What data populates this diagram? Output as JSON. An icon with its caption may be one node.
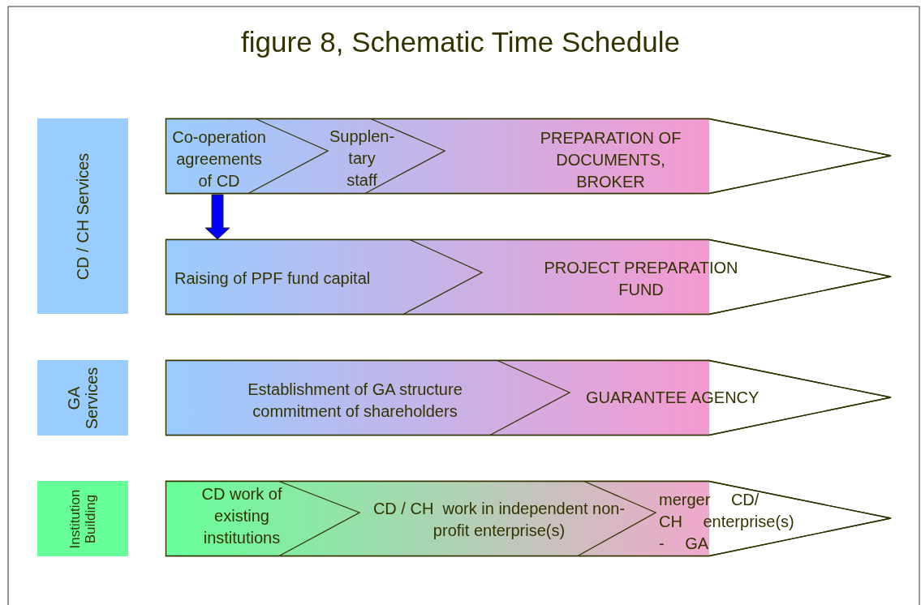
{
  "diagram": {
    "title": "figure 8, Schematic Time Schedule",
    "nodes": [
      {
        "text": [
          "CD / CH Services"
        ]
      },
      {
        "text": [],
        "shape": "arrow"
      },
      {
        "text": [
          "Co-operation agreements of CD"
        ],
        "in": 1
      },
      {
        "text": [
          "Supplen- tary staff"
        ],
        "in": 1
      },
      {
        "text": [
          "PREPARATION OF DOCUMENTS, BROKER"
        ],
        "in": 1
      },
      {
        "text": [],
        "shape": "arrow"
      },
      {
        "text": [
          "Raising of PPF fund capital"
        ],
        "in": 5
      },
      {
        "text": [
          "PROJECT PREPARATION FUND"
        ],
        "in": 5
      },
      {
        "text": [
          "GA Services"
        ]
      },
      {
        "text": [],
        "shape": "arrow"
      },
      {
        "text": [
          "Establishment of GA structure commitment of shareholders"
        ],
        "in": 9
      },
      {
        "text": [
          "GUARANTEE AGENCY"
        ],
        "in": 9
      },
      {
        "text": [
          "Institution Building"
        ]
      },
      {
        "text": [],
        "shape": "arrow"
      },
      {
        "text": [
          "CD work of existing institutions"
        ],
        "in": 13
      },
      {
        "text": [
          "CD / CH  work in independent non-profit enterprise(s)"
        ],
        "in": 13
      },
      {
        "text": [
          "merger CD/ CH enterprise(s) - GA"
        ],
        "in": 13
      }
    ],
    "edges": [
      {
        "from": 2,
        "to": 6,
        "arrow": "to",
        "style": "thick",
        "color": "#0000ff"
      }
    ]
  }
}
